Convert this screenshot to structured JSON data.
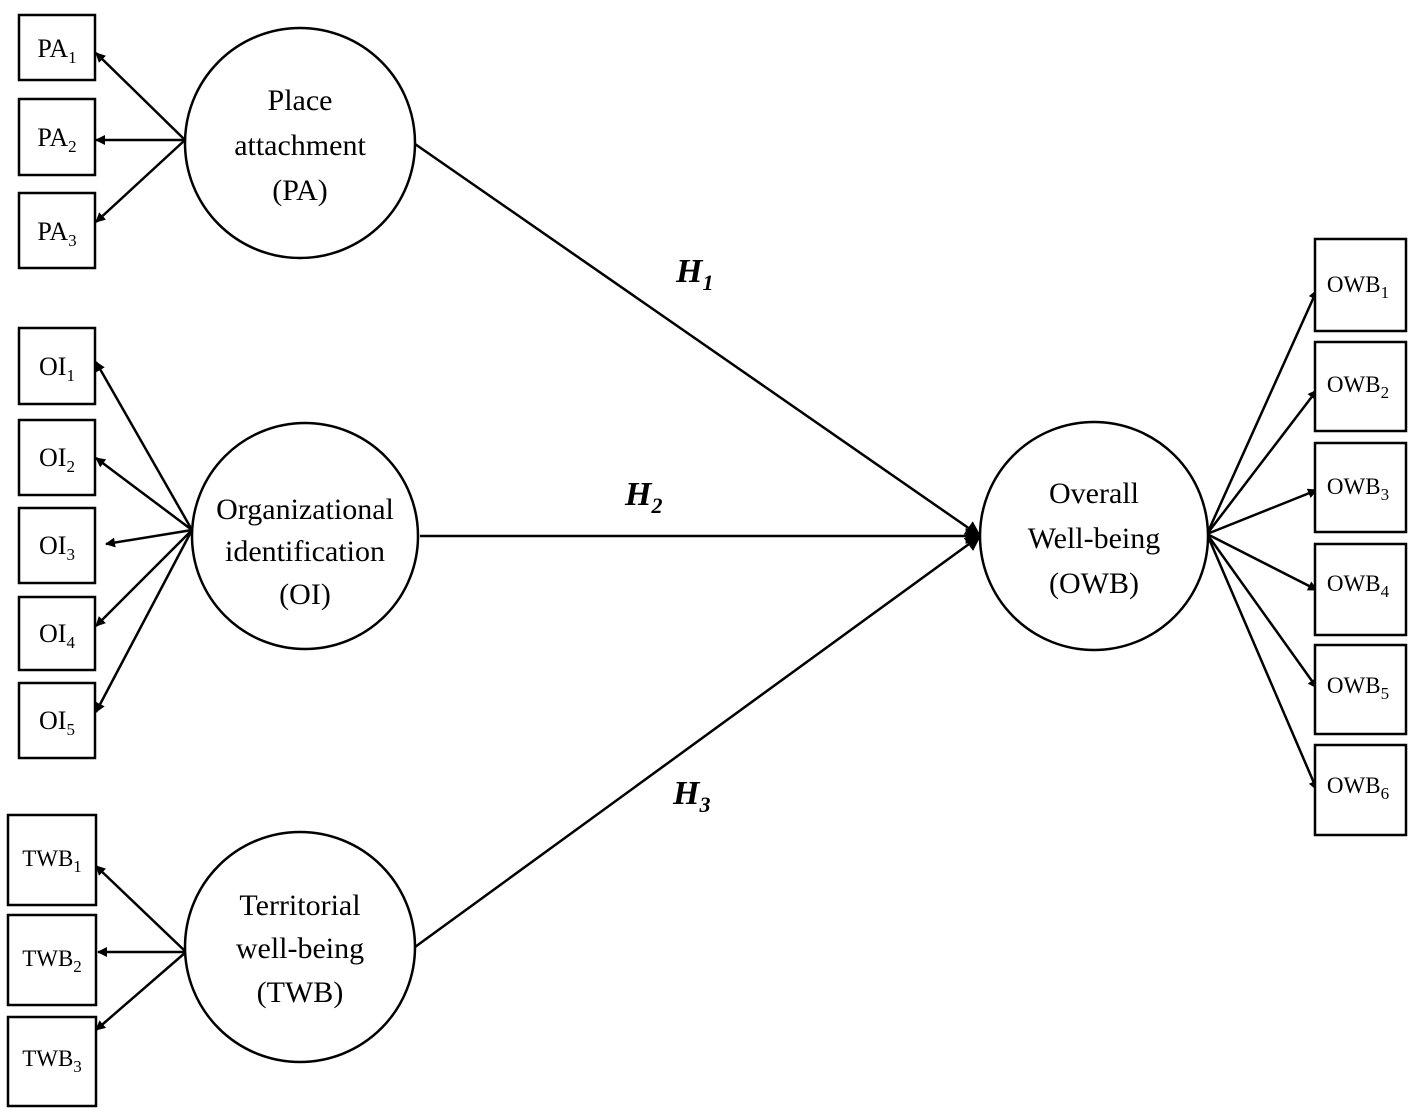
{
  "latents": {
    "pa": {
      "lines": [
        "Place",
        "attachment",
        "(PA)"
      ]
    },
    "oi": {
      "lines": [
        "Organizational",
        "identification",
        "(OI)"
      ]
    },
    "twb": {
      "lines": [
        "Territorial",
        "well-being",
        "(TWB)"
      ]
    },
    "owb": {
      "lines": [
        "Overall",
        "Well-being",
        "(OWB)"
      ]
    }
  },
  "indicators": {
    "pa": [
      {
        "base": "PA",
        "sub": "1"
      },
      {
        "base": "PA",
        "sub": "2"
      },
      {
        "base": "PA",
        "sub": "3"
      }
    ],
    "oi": [
      {
        "base": "OI",
        "sub": "1"
      },
      {
        "base": "OI",
        "sub": "2"
      },
      {
        "base": "OI",
        "sub": "3"
      },
      {
        "base": "OI",
        "sub": "4"
      },
      {
        "base": "OI",
        "sub": "5"
      }
    ],
    "twb": [
      {
        "base": "TWB",
        "sub": "1"
      },
      {
        "base": "TWB",
        "sub": "2"
      },
      {
        "base": "TWB",
        "sub": "3"
      }
    ],
    "owb": [
      {
        "base": "OWB",
        "sub": "1"
      },
      {
        "base": "OWB",
        "sub": "2"
      },
      {
        "base": "OWB",
        "sub": "3"
      },
      {
        "base": "OWB",
        "sub": "4"
      },
      {
        "base": "OWB",
        "sub": "5"
      },
      {
        "base": "OWB",
        "sub": "6"
      }
    ]
  },
  "hypotheses": [
    {
      "base": "H",
      "sub": "1"
    },
    {
      "base": "H",
      "sub": "2"
    },
    {
      "base": "H",
      "sub": "3"
    }
  ]
}
